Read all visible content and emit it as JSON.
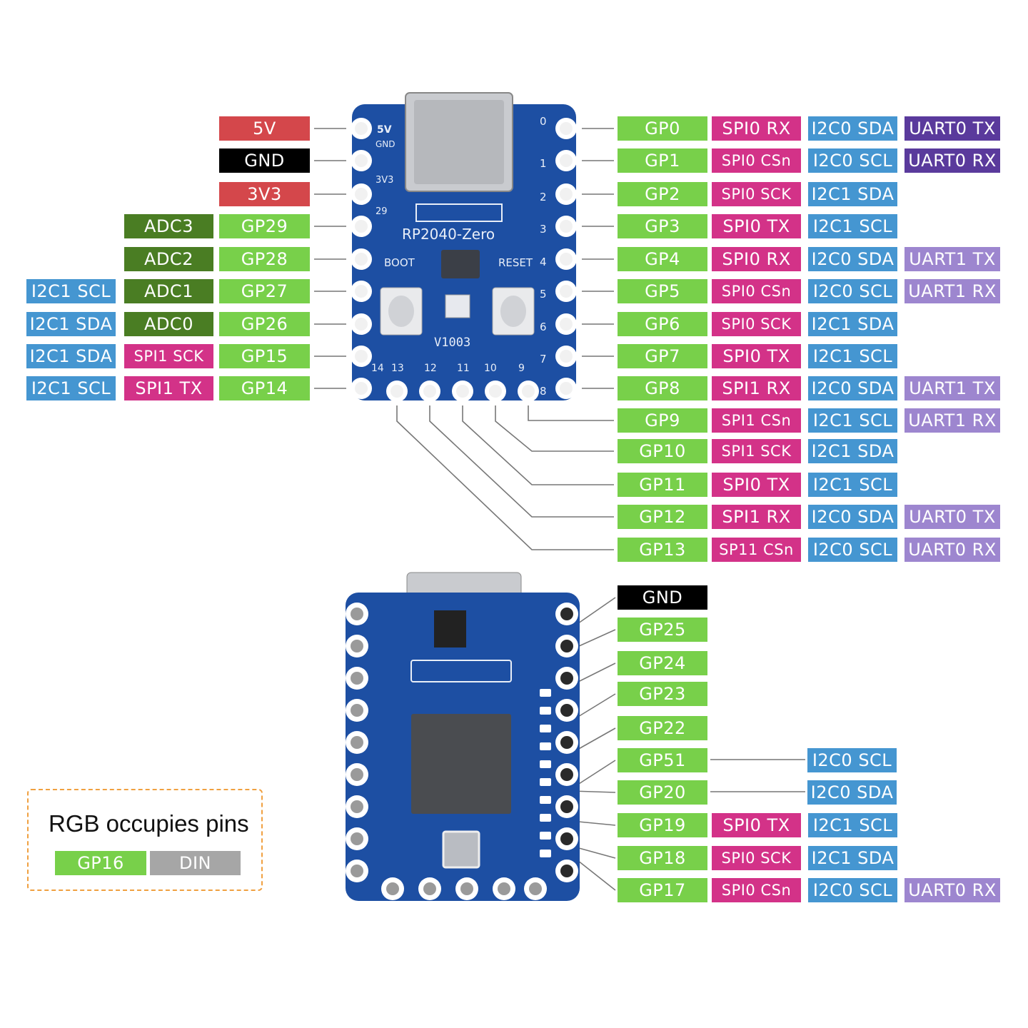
{
  "colors": {
    "power": "#d4474b",
    "ground": "#000000",
    "gpio": "#78d04a",
    "adc": "#4a7d23",
    "spi": "#d33288",
    "i2c": "#4596d1",
    "uart0": "#5a3a9c",
    "uart1": "#9d86cf",
    "din": "#a6a6a6",
    "wire": "#777777",
    "pcb": "#1d4fa3",
    "pcb_dark": "#123a7a",
    "legend_border": "#f0a040"
  },
  "board_top": {
    "silkscreen_title": "RP2040-Zero",
    "silk_labels": {
      "5v": "5V",
      "gnd": "GND",
      "3v3": "3V3",
      "pin29": "29",
      "boot": "BOOT",
      "reset": "RESET",
      "version": "V1003",
      "pins_right": [
        "0",
        "1",
        "2",
        "3",
        "4",
        "5",
        "6",
        "7",
        "8"
      ],
      "pins_bottom": [
        "14",
        "13",
        "12",
        "11",
        "10",
        "9"
      ]
    }
  },
  "left_pins": [
    {
      "pin": "5V",
      "type": "power",
      "alts": []
    },
    {
      "pin": "GND",
      "type": "ground",
      "alts": []
    },
    {
      "pin": "3V3",
      "type": "power",
      "alts": []
    },
    {
      "pin": "GP29",
      "type": "gpio",
      "alts": [
        {
          "text": "ADC3",
          "type": "adc"
        }
      ]
    },
    {
      "pin": "GP28",
      "type": "gpio",
      "alts": [
        {
          "text": "ADC2",
          "type": "adc"
        }
      ]
    },
    {
      "pin": "GP27",
      "type": "gpio",
      "alts": [
        {
          "text": "ADC1",
          "type": "adc"
        },
        {
          "text": "I2C1 SCL",
          "type": "i2c"
        }
      ]
    },
    {
      "pin": "GP26",
      "type": "gpio",
      "alts": [
        {
          "text": "ADC0",
          "type": "adc"
        },
        {
          "text": "I2C1 SDA",
          "type": "i2c"
        }
      ]
    },
    {
      "pin": "GP15",
      "type": "gpio",
      "alts": [
        {
          "text": "SPI1 SCK",
          "type": "spi"
        },
        {
          "text": "I2C1 SDA",
          "type": "i2c"
        }
      ]
    },
    {
      "pin": "GP14",
      "type": "gpio",
      "alts": [
        {
          "text": "SPI1 TX",
          "type": "spi"
        },
        {
          "text": "I2C1 SCL",
          "type": "i2c"
        }
      ]
    }
  ],
  "right_pins": [
    {
      "pin": "GP0",
      "alts": [
        {
          "text": "SPI0 RX",
          "type": "spi"
        },
        {
          "text": "I2C0 SDA",
          "type": "i2c"
        },
        {
          "text": "UART0 TX",
          "type": "uart0"
        }
      ]
    },
    {
      "pin": "GP1",
      "alts": [
        {
          "text": "SPI0 CSn",
          "type": "spi"
        },
        {
          "text": "I2C0 SCL",
          "type": "i2c"
        },
        {
          "text": "UART0 RX",
          "type": "uart0"
        }
      ]
    },
    {
      "pin": "GP2",
      "alts": [
        {
          "text": "SPI0 SCK",
          "type": "spi"
        },
        {
          "text": "I2C1 SDA",
          "type": "i2c"
        }
      ]
    },
    {
      "pin": "GP3",
      "alts": [
        {
          "text": "SPI0 TX",
          "type": "spi"
        },
        {
          "text": "I2C1 SCL",
          "type": "i2c"
        }
      ]
    },
    {
      "pin": "GP4",
      "alts": [
        {
          "text": "SPI0 RX",
          "type": "spi"
        },
        {
          "text": "I2C0 SDA",
          "type": "i2c"
        },
        {
          "text": "UART1 TX",
          "type": "uart1"
        }
      ]
    },
    {
      "pin": "GP5",
      "alts": [
        {
          "text": "SPI0 CSn",
          "type": "spi"
        },
        {
          "text": "I2C0 SCL",
          "type": "i2c"
        },
        {
          "text": "UART1 RX",
          "type": "uart1"
        }
      ]
    },
    {
      "pin": "GP6",
      "alts": [
        {
          "text": "SPI0 SCK",
          "type": "spi"
        },
        {
          "text": "I2C1 SDA",
          "type": "i2c"
        }
      ]
    },
    {
      "pin": "GP7",
      "alts": [
        {
          "text": "SPI0 TX",
          "type": "spi"
        },
        {
          "text": "I2C1 SCL",
          "type": "i2c"
        }
      ]
    },
    {
      "pin": "GP8",
      "alts": [
        {
          "text": "SPI1 RX",
          "type": "spi"
        },
        {
          "text": "I2C0 SDA",
          "type": "i2c"
        },
        {
          "text": "UART1 TX",
          "type": "uart1"
        }
      ]
    },
    {
      "pin": "GP9",
      "alts": [
        {
          "text": "SPI1 CSn",
          "type": "spi"
        },
        {
          "text": "I2C1 SCL",
          "type": "i2c"
        },
        {
          "text": "UART1 RX",
          "type": "uart1"
        }
      ]
    },
    {
      "pin": "GP10",
      "alts": [
        {
          "text": "SPI1 SCK",
          "type": "spi"
        },
        {
          "text": "I2C1 SDA",
          "type": "i2c"
        }
      ]
    },
    {
      "pin": "GP11",
      "alts": [
        {
          "text": "SPI0 TX",
          "type": "spi"
        },
        {
          "text": "I2C1 SCL",
          "type": "i2c"
        }
      ]
    },
    {
      "pin": "GP12",
      "alts": [
        {
          "text": "SPI1 RX",
          "type": "spi"
        },
        {
          "text": "I2C0 SDA",
          "type": "i2c"
        },
        {
          "text": "UART0 TX",
          "type": "uart1"
        }
      ]
    },
    {
      "pin": "GP13",
      "alts": [
        {
          "text": "SP11 CSn",
          "type": "spi"
        },
        {
          "text": "I2C0 SCL",
          "type": "i2c"
        },
        {
          "text": "UART0 RX",
          "type": "uart1"
        }
      ]
    }
  ],
  "back_pins": [
    {
      "pin": "GND",
      "type": "ground",
      "alts": []
    },
    {
      "pin": "GP25",
      "type": "gpio",
      "alts": []
    },
    {
      "pin": "GP24",
      "type": "gpio",
      "alts": []
    },
    {
      "pin": "GP23",
      "type": "gpio",
      "alts": []
    },
    {
      "pin": "GP22",
      "type": "gpio",
      "alts": []
    },
    {
      "pin": "GP51",
      "type": "gpio",
      "alts": [
        {
          "text": "I2C0 SCL",
          "type": "i2c",
          "wired": true
        }
      ]
    },
    {
      "pin": "GP20",
      "type": "gpio",
      "alts": [
        {
          "text": "I2C0 SDA",
          "type": "i2c",
          "wired": true
        }
      ]
    },
    {
      "pin": "GP19",
      "type": "gpio",
      "alts": [
        {
          "text": "SPI0 TX",
          "type": "spi"
        },
        {
          "text": "I2C1 SCL",
          "type": "i2c"
        }
      ]
    },
    {
      "pin": "GP18",
      "type": "gpio",
      "alts": [
        {
          "text": "SPI0 SCK",
          "type": "spi"
        },
        {
          "text": "I2C1 SDA",
          "type": "i2c"
        }
      ]
    },
    {
      "pin": "GP17",
      "type": "gpio",
      "alts": [
        {
          "text": "SPI0 CSn",
          "type": "spi"
        },
        {
          "text": "I2C0 SCL",
          "type": "i2c"
        },
        {
          "text": "UART0 RX",
          "type": "uart1"
        }
      ]
    }
  ],
  "legend": {
    "title": "RGB occupies pins",
    "pin": "GP16",
    "function": "DIN"
  }
}
